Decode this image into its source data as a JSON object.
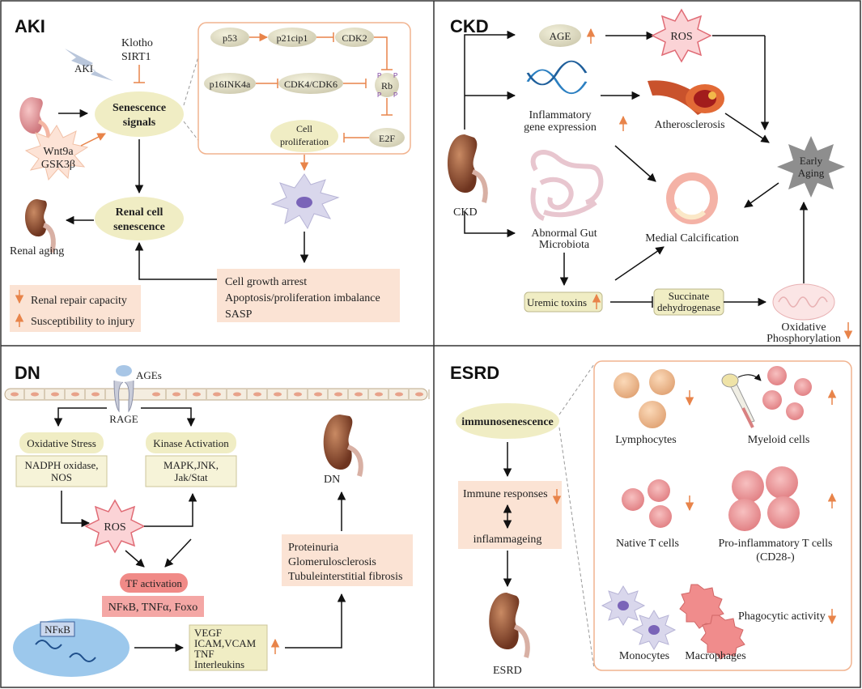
{
  "panels": {
    "aki": {
      "title": "AKI",
      "aki_bolt": "AKI",
      "klotho": "Klotho",
      "sirt1": "SIRT1",
      "wnt9a": "Wnt9a",
      "gsk3b": "GSK3β",
      "senescence_1": "Senescence",
      "senescence_2": "signals",
      "p53": "p53",
      "p21": "p21cip1",
      "cdk2": "CDK2",
      "p16": "p16INK4a",
      "cdk46": "CDK4/CDK6",
      "rb": "Rb",
      "p_mark": "P",
      "e2f": "E2F",
      "cellprolif_1": "Cell",
      "cellprolif_2": "proliferation",
      "renal_sen_1": "Renal cell",
      "renal_sen_2": "senescence",
      "renal_aging": "Renal aging",
      "repair": "Renal repair capacity",
      "suscept": "Susceptibility to injury",
      "arrest": "Cell growth arrest",
      "imbalance": "Apoptosis/proliferation imbalance",
      "sasp": "SASP"
    },
    "ckd": {
      "title": "CKD",
      "age": "AGE",
      "ros": "ROS",
      "inflam_1": "Inflammatory",
      "inflam_2": "gene expression",
      "athero": "Atherosclerosis",
      "early_1": "Early",
      "early_2": "Aging",
      "ckd_label": "CKD",
      "gut_1": "Abnormal Gut",
      "gut_2": "Microbiota",
      "medial": "Medial Calcification",
      "uremic": "Uremic toxins",
      "succ_1": "Succinate",
      "succ_2": "dehydrogenase",
      "oxphos_1": "Oxidative",
      "oxphos_2": "Phosphorylation"
    },
    "dn": {
      "title": "DN",
      "ages": "AGEs",
      "rage": "RAGE",
      "ox_stress": "Oxidative Stress",
      "nadph_1": "NADPH oxidase,",
      "nadph_2": "NOS",
      "kinase": "Kinase Activation",
      "mapk_1": "MAPK,JNK,",
      "mapk_2": "Jak/Stat",
      "ros": "ROS",
      "tf": "TF activation",
      "nfkb_list": "NFκB, TNFα, Foxo",
      "dn_label": "DN",
      "protein": "Proteinuria",
      "glomer": "Glomerulosclerosis",
      "tubule": "Tubuleinterstitial fibrosis",
      "nfkb": "NFκB",
      "vegf": "VEGF",
      "icam": "ICAM,VCAM",
      "tnf": "TNF",
      "interleukins": "Interleukins"
    },
    "esrd": {
      "title": "ESRD",
      "immuno": "immunosenescence",
      "immune_resp": "Immune responses",
      "inflammageing": "inflammageing",
      "esrd_label": "ESRD",
      "lympho": "Lymphocytes",
      "myeloid": "Myeloid cells",
      "native_t": "Native T cells",
      "proinf_1": "Pro-inflammatory T cells",
      "proinf_2": "(CD28-)",
      "phago": "Phagocytic activity",
      "mono": "Monocytes",
      "macro": "Macrophages"
    }
  },
  "colors": {
    "orange": "#e8844a",
    "pale_yellow": "#f0edc4",
    "peach": "#fbe3d4",
    "tf_red": "#f08a87",
    "kidney": "#8c4a2f",
    "grey_bubble": "#dcd9c3"
  }
}
